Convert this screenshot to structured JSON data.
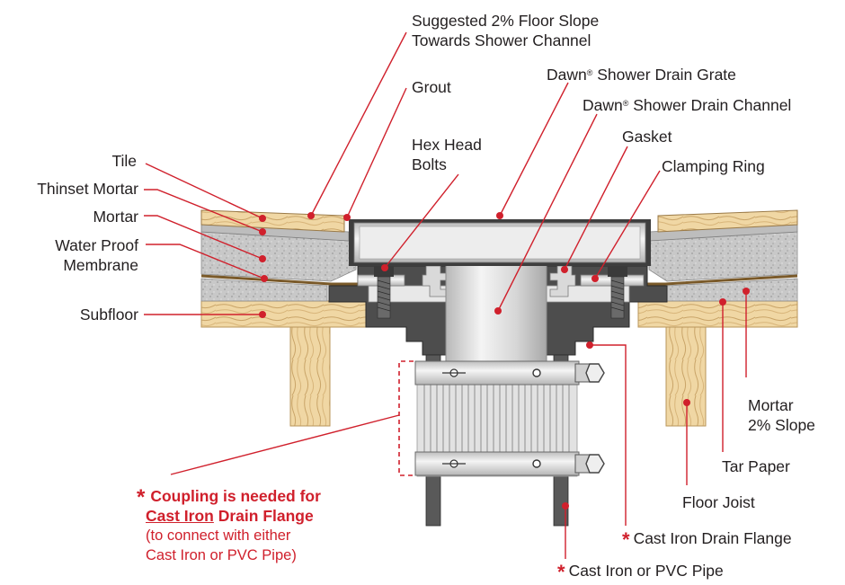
{
  "labels": {
    "floor_slope_1": "Suggested 2% Floor Slope",
    "floor_slope_2": "Towards Shower Channel",
    "grout": "Grout",
    "grate_brand": "Dawn",
    "grate_reg": "®",
    "grate_text": " Shower Drain Grate",
    "channel_brand": "Dawn",
    "channel_reg": "®",
    "channel_text": " Shower Drain Channel",
    "gasket": "Gasket",
    "clamping_ring": "Clamping Ring",
    "hex_head_1": "Hex Head",
    "hex_head_2": "Bolts",
    "tile": "Tile",
    "thinset": "Thinset Mortar",
    "mortar": "Mortar",
    "membrane_1": "Water Proof",
    "membrane_2": "Membrane",
    "subfloor": "Subfloor",
    "mortar_slope_1": "Mortar",
    "mortar_slope_2": "2% Slope",
    "tar_paper": "Tar Paper",
    "floor_joist": "Floor Joist",
    "cast_iron_flange": "Cast Iron Drain Flange",
    "pipe": "Cast Iron or PVC Pipe",
    "coupling_1": "Coupling is needed for",
    "coupling_2a": "Cast Iron",
    "coupling_2b": " Drain Flange",
    "coupling_3": "(to connect with either",
    "coupling_4": "Cast Iron or PVC Pipe)",
    "asterisk": "*"
  },
  "colors": {
    "leader": "#d0202c",
    "wood": "#f0d7a4",
    "wood_grain": "#c9a468",
    "mortar": "#c9c9c9",
    "metal": "#dcdcdc",
    "flange": "#4d4d4d",
    "text": "#231f20"
  }
}
